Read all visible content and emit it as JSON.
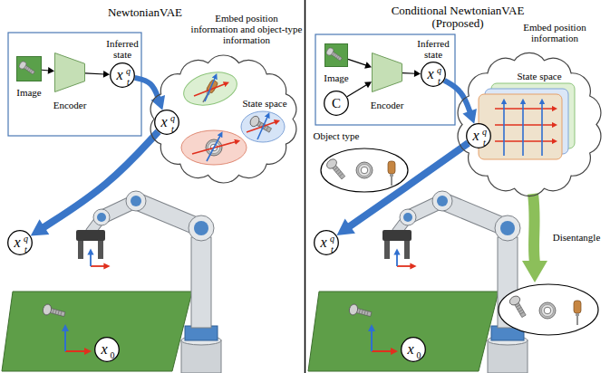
{
  "diagram": {
    "nodes": [
      {
        "text": [
          "Image"
        ]
      },
      {
        "text": [
          "Encoder"
        ]
      },
      {
        "text": [
          "Inferred state",
          "x",
          "q",
          "t"
        ]
      },
      {
        "text": [
          "Embed position information and object-type information",
          "State space"
        ]
      },
      {
        "text": [
          "x",
          "q",
          "t"
        ],
        "in": 3
      },
      {
        "text": [
          "x",
          "q",
          "t"
        ]
      },
      {
        "text": [
          "x",
          "0"
        ]
      },
      {
        "text": [
          "Image"
        ]
      },
      {
        "text": [
          "C"
        ]
      },
      {
        "text": [
          "Encoder"
        ]
      },
      {
        "text": [
          "Inferred state",
          "x",
          "q",
          "t"
        ]
      },
      {
        "text": [
          "Embed position information",
          "State space"
        ]
      },
      {
        "text": [
          "x",
          "q",
          "t"
        ],
        "in": 11
      },
      {
        "text": [
          "x",
          "q",
          "t"
        ]
      },
      {
        "text": [
          "x",
          "0"
        ]
      }
    ],
    "edges": [
      {
        "from": 0,
        "to": 1,
        "arrow": "to"
      },
      {
        "from": 1,
        "to": 2,
        "arrow": "to"
      },
      {
        "from": 2,
        "to": 4,
        "arrow": "to"
      },
      {
        "from": 4,
        "to": 5,
        "arrow": "to"
      },
      {
        "from": 7,
        "to": 9,
        "arrow": "to"
      },
      {
        "from": 8,
        "to": 9,
        "arrow": "to"
      },
      {
        "from": 9,
        "to": 10,
        "arrow": "to"
      },
      {
        "from": 10,
        "to": 12,
        "arrow": "to"
      },
      {
        "from": 12,
        "to": 13,
        "arrow": "to"
      }
    ],
    "labels": [
      "NewtonianVAE",
      "Conditional NewtonianVAE (Proposed)",
      "Object type",
      "Disentangle"
    ]
  }
}
